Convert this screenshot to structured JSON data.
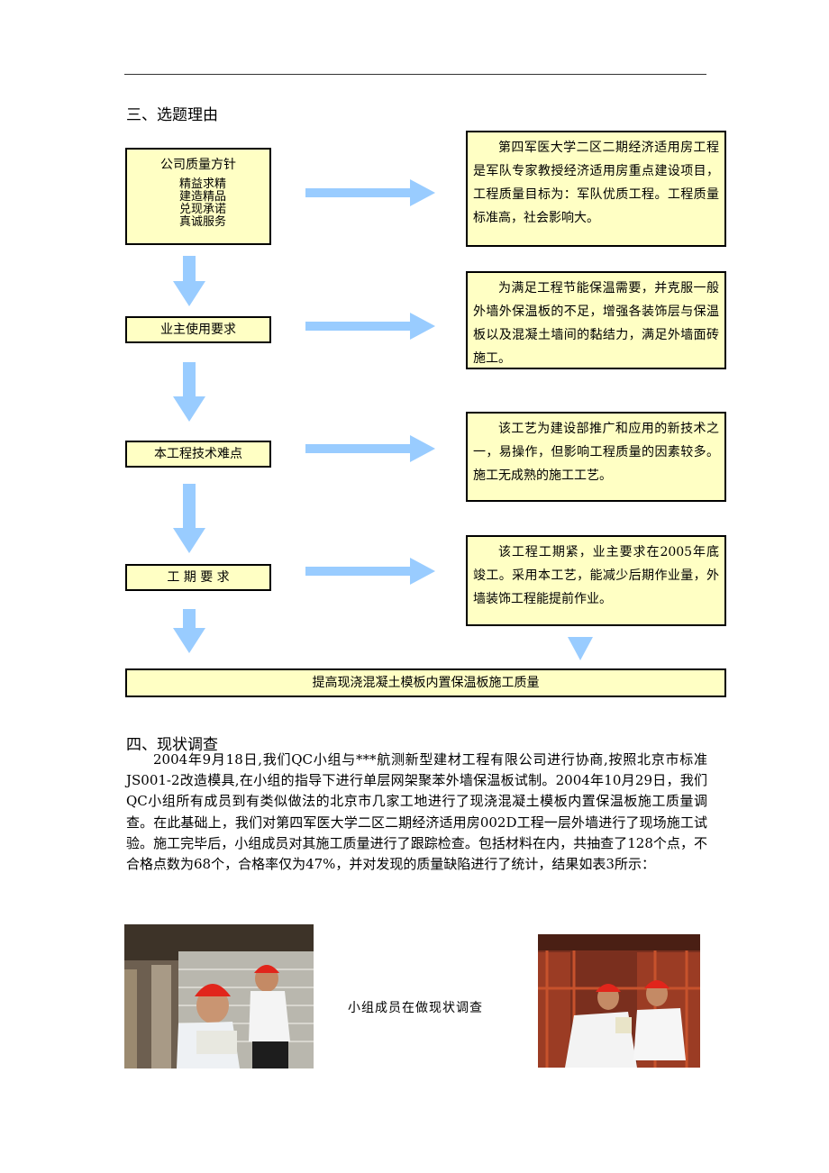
{
  "section3_title": "三、选题理由",
  "left_boxes": {
    "policy_title": "公司质量方针",
    "policy_items": [
      "精益求精",
      "建造精品",
      "兑现承诺",
      "真诚服务"
    ],
    "owner": "业主使用要求",
    "tech": "本工程技术难点",
    "schedule": "工 期 要 求"
  },
  "right_boxes": [
    "第四军医大学二区二期经济适用房工程是军队专家教授经济适用房重点建设项目，工程质量目标为：军队优质工程。工程质量标准高，社会影响大。",
    "为满足工程节能保温需要，并克服一般外墙外保温板的不足，增强各装饰层与保温板以及混凝土墙间的黏结力，满足外墙面砖施工。",
    "该工艺为建设部推广和应用的新技术之一，易操作，但影响工程质量的因素较多。施工无成熟的施工工艺。",
    "该工程工期紧，业主要求在2005年底竣工。采用本工艺，能减少后期作业量，外墙装饰工程能提前作业。"
  ],
  "conclusion": "提高现浇混凝土模板内置保温板施工质量",
  "section4_title": "四、现状调查",
  "section4_paragraph": "2004年9月18日,我们QC小组与***航测新型建材工程有限公司进行协商,按照北京市标准JS001-2改造模具,在小组的指导下进行单层网架聚苯外墙保温板试制。2004年10月29日，我们QC小组所有成员到有类似做法的北京市几家工地进行了现浇混凝土模板内置保温板施工质量调查。在此基础上，我们对第四军医大学二区二期经济适用房002D工程一层外墙进行了现场施工试验。施工完毕后，小组成员对其施工质量进行了跟踪检查。包括材料在内，共抽查了128个点，不合格点数为68个，合格率仅为47%，并对发现的质量缺陷进行了统计，结果如表3所示：",
  "photo_caption": "小组成员在做现状调查",
  "colors": {
    "box_fill": "#ffffc4",
    "arrow": "#99ccff"
  }
}
